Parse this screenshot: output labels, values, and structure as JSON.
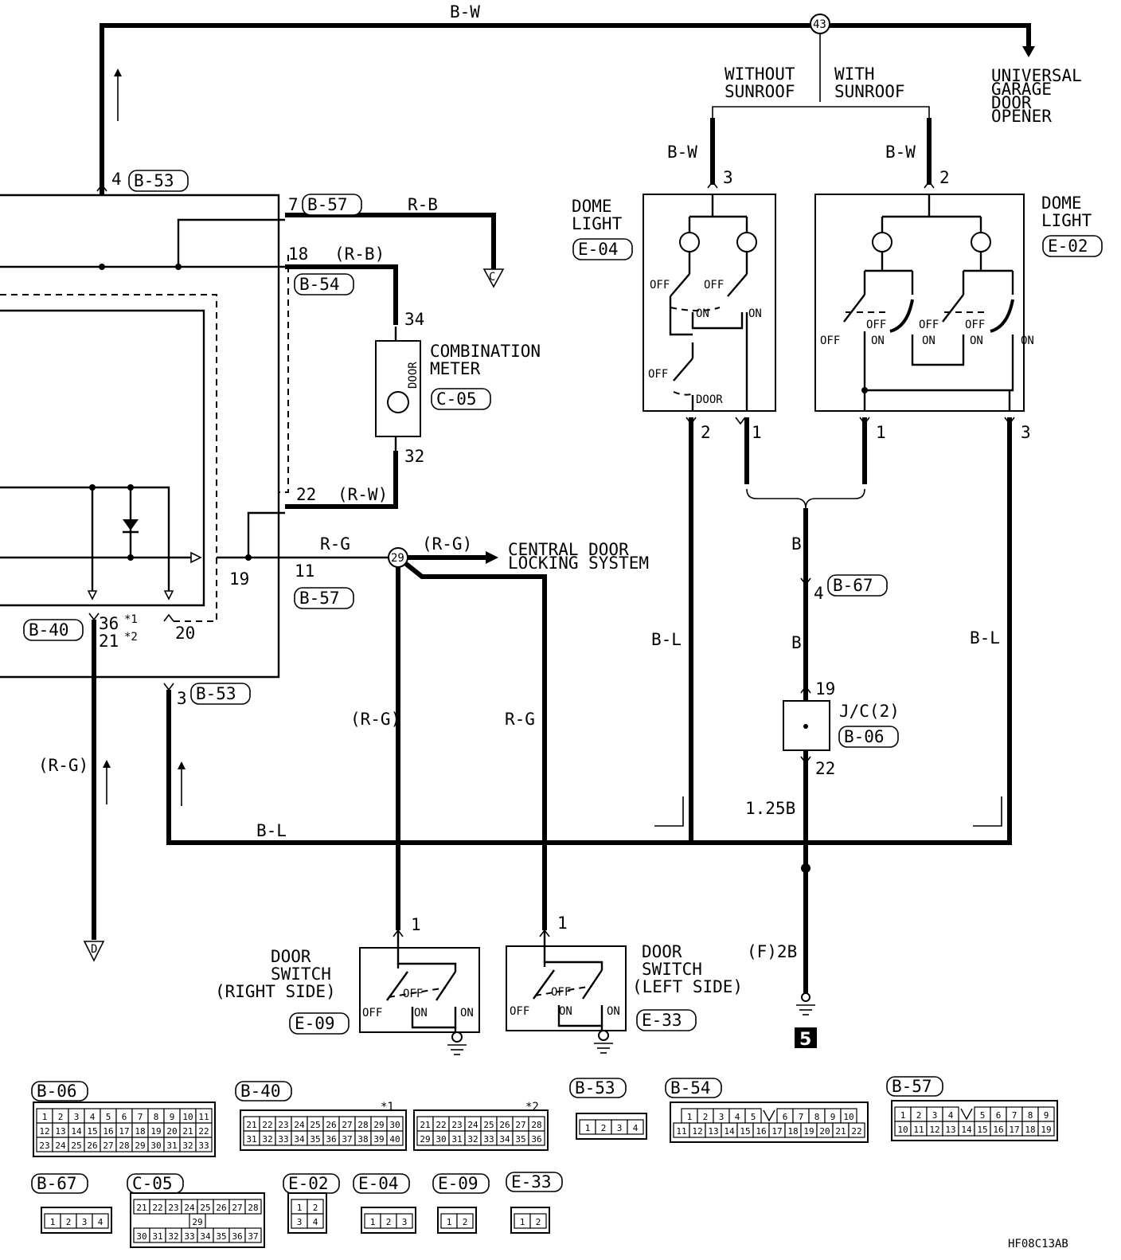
{
  "wires": {
    "bw_top": "B-W",
    "bw_left": "B-W",
    "bw_right": "B-W",
    "rb_top": "R-B",
    "rb_paren": "(R-B)",
    "rw_paren": "(R-W)",
    "rg_mid": "R-G",
    "rg_paren_right": "(R-G)",
    "rg_paren_down": "(R-G)",
    "rg_down": "R-G",
    "rg_left": "(R-G)",
    "bl_left": "B-L",
    "bl_right": "B-L",
    "bl_bottom": "B-L",
    "b_upper": "B",
    "b_lower": "B",
    "b_125": "1.25B",
    "f2b": "(F)2B"
  },
  "junctions": {
    "j43": "43",
    "j29": "29"
  },
  "labels": {
    "without_sunroof": [
      "WITHOUT",
      "SUNROOF"
    ],
    "with_sunroof": [
      "WITH",
      "SUNROOF"
    ],
    "universal_garage": [
      "UNIVERSAL",
      "GARAGE",
      "DOOR",
      "OPENER"
    ],
    "dome_light_left": [
      "DOME",
      "LIGHT"
    ],
    "dome_light_right": [
      "DOME",
      "LIGHT"
    ],
    "combination_meter": [
      "COMBINATION",
      "METER"
    ],
    "door_text": "DOOR",
    "central_door": [
      "CENTRAL DOOR",
      "LOCKING SYSTEM"
    ],
    "jc": "J/C(2)",
    "door_switch_right": [
      "DOOR",
      "SWITCH",
      "(RIGHT SIDE)"
    ],
    "door_switch_left": [
      "DOOR",
      "SWITCH",
      "(LEFT SIDE)"
    ],
    "ground_num": "5",
    "star1": "*1",
    "star2": "*2",
    "off": "OFF",
    "on": "ON",
    "door": "DOOR",
    "off_c": "C",
    "off_d": "D",
    "code": "HF08C13AB"
  },
  "connectors": {
    "b53_top": "B-53",
    "b57_top": "B-57",
    "b54": "B-54",
    "c05": "C-05",
    "e04": "E-04",
    "e02": "E-02",
    "b57_mid": "B-57",
    "b40": "B-40",
    "b53_low": "B-53",
    "b67": "B-67",
    "b06": "B-06",
    "e09": "E-09",
    "e33": "E-33"
  },
  "pins": {
    "p4_b53": "4",
    "p7": "7",
    "p18": "18",
    "p34": "34",
    "p32": "32",
    "p22_rw": "22",
    "p19": "19",
    "p11": "11",
    "p36": "36",
    "p21": "21",
    "p20": "20",
    "p3_b53": "3",
    "p3_e04": "3",
    "p2_e02": "2",
    "p2_e04": "2",
    "p1_e04": "1",
    "p1_e02": "1",
    "p3_e02": "3",
    "p4_b67": "4",
    "p19_jc": "19",
    "p22_jc": "22",
    "p1_e09": "1",
    "p1_e33": "1"
  },
  "legend": {
    "b06": {
      "label": "B-06",
      "rows": [
        [
          "1",
          "2",
          "3",
          "4",
          "5",
          "6",
          "7",
          "8",
          "9",
          "10",
          "11"
        ],
        [
          "12",
          "13",
          "14",
          "15",
          "16",
          "17",
          "18",
          "19",
          "20",
          "21",
          "22"
        ],
        [
          "23",
          "24",
          "25",
          "26",
          "27",
          "28",
          "29",
          "30",
          "31",
          "32",
          "33"
        ]
      ]
    },
    "b40_1": {
      "label": "B-40",
      "note": "*1",
      "rows": [
        [
          "21",
          "22",
          "23",
          "24",
          "25",
          "26",
          "27",
          "28",
          "29",
          "30"
        ],
        [
          "31",
          "32",
          "33",
          "34",
          "35",
          "36",
          "37",
          "38",
          "39",
          "40"
        ]
      ]
    },
    "b40_2": {
      "note": "*2",
      "rows": [
        [
          "21",
          "22",
          "23",
          "24",
          "25",
          "26",
          "27",
          "28"
        ],
        [
          "29",
          "30",
          "31",
          "32",
          "33",
          "34",
          "35",
          "36"
        ]
      ]
    },
    "b53": {
      "label": "B-53",
      "rows": [
        [
          "1",
          "2",
          "3",
          "4"
        ]
      ]
    },
    "b54": {
      "label": "B-54",
      "rows": [
        [
          "1",
          "2",
          "3",
          "4",
          "5",
          "",
          "6",
          "7",
          "8",
          "9",
          "10"
        ],
        [
          "11",
          "12",
          "13",
          "14",
          "15",
          "16",
          "17",
          "18",
          "19",
          "20",
          "21",
          "22"
        ]
      ]
    },
    "b57": {
      "label": "B-57",
      "rows": [
        [
          "1",
          "2",
          "3",
          "4",
          "",
          "5",
          "6",
          "7",
          "8",
          "9"
        ],
        [
          "10",
          "11",
          "12",
          "13",
          "14",
          "15",
          "16",
          "17",
          "18",
          "19"
        ]
      ]
    },
    "b67": {
      "label": "B-67",
      "rows": [
        [
          "1",
          "2",
          "3",
          "4"
        ]
      ]
    },
    "c05": {
      "label": "C-05",
      "rows": [
        [
          "21",
          "22",
          "23",
          "24",
          "25",
          "26",
          "27",
          "28"
        ],
        [
          "29"
        ],
        [
          "30",
          "31",
          "32",
          "33",
          "34",
          "35",
          "36",
          "37"
        ]
      ]
    },
    "e02": {
      "label": "E-02",
      "rows": [
        [
          "1",
          "2"
        ],
        [
          "3",
          "4"
        ]
      ]
    },
    "e04": {
      "label": "E-04",
      "rows": [
        [
          "1",
          "2",
          "3"
        ]
      ]
    },
    "e09": {
      "label": "E-09",
      "rows": [
        [
          "1",
          "2"
        ]
      ]
    },
    "e33": {
      "label": "E-33",
      "rows": [
        [
          "1",
          "2"
        ]
      ]
    }
  }
}
